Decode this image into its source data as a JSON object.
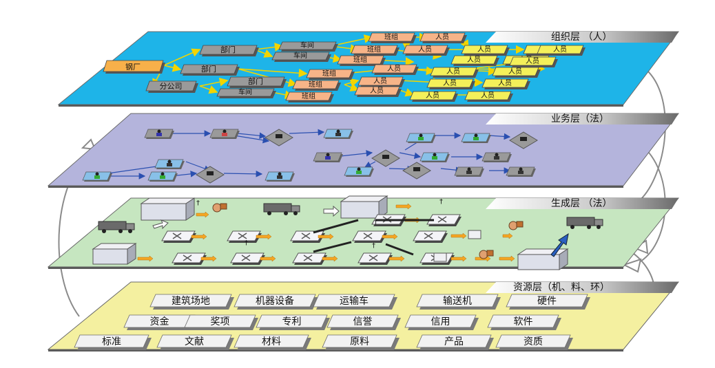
{
  "layers": [
    {
      "id": "org",
      "title": "组织层 （人）",
      "color": "#1EB4E8"
    },
    {
      "id": "biz",
      "title": "业务层（法）",
      "color": "#B4B4DC"
    },
    {
      "id": "prod",
      "title": "生成层 （法）",
      "color": "#C6E6C0"
    },
    {
      "id": "res",
      "title": "资源层（机、料、环）",
      "color": "#F4F0A0"
    }
  ],
  "org": {
    "root": "钢厂",
    "branch": "分公司",
    "dept_label": "部门",
    "workshop_label": "车间",
    "team_label": "班组",
    "staff_label": "人员"
  },
  "resources": [
    [
      "建筑场地",
      "机器设备",
      "运输车",
      "输送机",
      "硬件"
    ],
    [
      "资金",
      "奖项",
      "专利",
      "信誉",
      "信用",
      "软件"
    ],
    [
      "标准",
      "文献",
      "材料",
      "原料",
      "产品",
      "资质"
    ]
  ]
}
